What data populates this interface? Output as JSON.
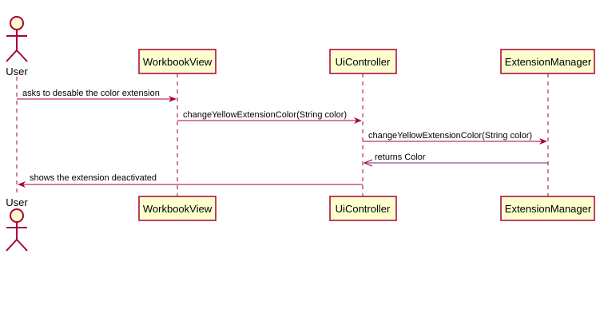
{
  "participants": [
    {
      "id": "user",
      "label": "User",
      "kind": "actor"
    },
    {
      "id": "workbook-view",
      "label": "WorkbookView",
      "kind": "participant"
    },
    {
      "id": "ui-controller",
      "label": "UiController",
      "kind": "participant"
    },
    {
      "id": "extension-manager",
      "label": "ExtensionManager",
      "kind": "participant"
    }
  ],
  "messages": [
    {
      "from": "User",
      "to": "WorkbookView",
      "text": "asks to desable the color extension",
      "kind": "sync"
    },
    {
      "from": "WorkbookView",
      "to": "UiController",
      "text": "changeYellowExtensionColor(String color)",
      "kind": "sync"
    },
    {
      "from": "UiController",
      "to": "ExtensionManager",
      "text": "changeYellowExtensionColor(String color)",
      "kind": "sync"
    },
    {
      "from": "ExtensionManager",
      "to": "UiController",
      "text": "returns Color",
      "kind": "return"
    },
    {
      "from": "UiController",
      "to": "User",
      "text": "shows the extension deactivated",
      "kind": "sync"
    }
  ],
  "colors": {
    "border": "#A80036",
    "fill": "#FEFECE",
    "return_line": "#6b2b8e"
  }
}
